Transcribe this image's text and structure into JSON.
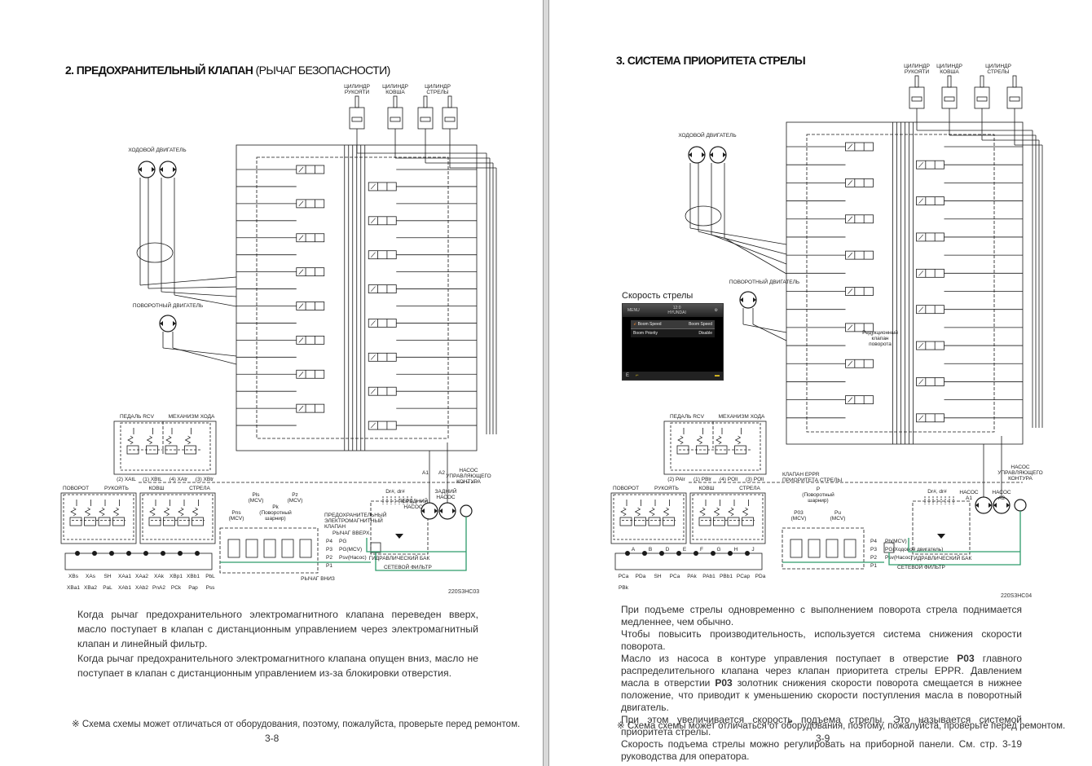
{
  "left_page": {
    "title": "2. ПРЕДОХРАНИТЕЛЬНЫЙ КЛАПАН",
    "title_sub": "(РЫЧАГ БЕЗОПАСНОСТИ)",
    "diagram": {
      "code": "220S3HC03",
      "labels": {
        "arm_cyl": [
          "ЦИЛИНДР",
          "РУКОЯТИ"
        ],
        "bucket_cyl": [
          "ЦИЛИНДР",
          "КОВША"
        ],
        "boom_cyl": [
          "ЦИЛИНДР",
          "СТРЕЛЫ"
        ],
        "travel_motor": "ХОДОВОЙ ДВИГАТЕЛЬ",
        "swing_motor": "ПОВОРОТНЫЙ ДВИГАТЕЛЬ",
        "rcv_pedal": "ПЕДАЛЬ RCV",
        "travel_mech": "МЕХАНИЗМ ХОДА",
        "swing": "ПОВОРОТ",
        "arm": "РУКОЯТЬ",
        "bucket": "КОВШ",
        "boom": "СТРЕЛА",
        "safety_valve": [
          "ПРЕДОХРАНИТЕЛЬНЫЙ",
          "ЭЛЕКТРОМАГНИТНЫЙ",
          "КЛАПАН"
        ],
        "lever_up": "РЫЧАГ ВВЕРХ",
        "lever_down": "РЫЧАГ ВНИЗ",
        "hyd_tank": "ГИДРАВЛИЧЕСКИЙ БАК",
        "line_filter": "СЕТЕВОЙ ФИЛЬТР",
        "front_pump": [
          "ПЕРЕДНИЙ",
          "НАСОС"
        ],
        "rear_pump": [
          "ЗАДНИЙ",
          "НАСОС"
        ],
        "pilot_pump": [
          "НАСОС",
          "УПРАВЛЯЮЩЕГО",
          "КОНТУРА"
        ],
        "drain": "Dr#, dr#",
        "a1": "A1",
        "a2": "A2",
        "pilot_ports": [
          "Pns (MCV)",
          "Pls (MCV)",
          "Pk (Поворотный шарнир)",
          "Pz (MCV)"
        ],
        "p_ports": [
          "P4",
          "P3",
          "P2",
          "P1"
        ],
        "pg": "PG",
        "pg_mcv": "PG(MCV)",
        "psv": "Psv(Насос)",
        "rcv_ports_top": [
          "(2) XAtL",
          "(1) XBtL",
          "(4) XAtr",
          "(3) XBtr"
        ],
        "bottom_ports": [
          "XBs",
          "XAs",
          "SH",
          "XAa1",
          "XAa2",
          "XAk",
          "XBp1",
          "XBb1",
          "PbL",
          "XBa1",
          "XBa2",
          "PaL",
          "XAb1",
          "XAb2",
          "PnA2",
          "PCk",
          "Pap",
          "Pss"
        ]
      }
    },
    "paragraphs": [
      "Когда рычаг предохранительного электромагнитного клапана переведен вверх, масло поступает в клапан с дистанционным управлением через электромагнитный клапан и линейный фильтр.",
      "Когда рычаг предохранительного электромагнитного клапана опущен вниз, масло не поступает в клапан с дистанционным управлением из-за блокировки отверстия."
    ],
    "note": "※ Схема схемы может отличаться от оборудования, поэтому, пожалуйста, проверьте перед ремонтом.",
    "page_number": "3-8"
  },
  "right_page": {
    "title": "3. СИСТЕМА ПРИОРИТЕТА СТРЕЛЫ",
    "diagram": {
      "code": "220S3HC04",
      "labels": {
        "arm_cyl": [
          "ЦИЛИНДР",
          "РУКОЯТИ"
        ],
        "bucket_cyl": [
          "ЦИЛИНДР",
          "КОВША"
        ],
        "boom_cyl": [
          "ЦИЛИНДР",
          "СТРЕЛЫ"
        ],
        "travel_motor": "ХОДОВОЙ ДВИГАТЕЛЬ",
        "swing_motor": "ПОВОРОТНЫЙ ДВИГАТЕЛЬ",
        "swing_reducer": [
          "Редукционный",
          "клапан",
          "поворота"
        ],
        "rcv_pedal": "ПЕДАЛЬ RCV",
        "travel_mech": "МЕХАНИЗМ ХОДА",
        "swing": "ПОВОРОТ",
        "arm": "РУКОЯТЬ",
        "bucket": "КОВШ",
        "boom": "СТРЕЛА",
        "eppr": [
          "КЛАПАН EPPR",
          "ПРИОРИТЕТА СТРЕЛЫ"
        ],
        "hyd_tank": "ГИДРАВЛИЧЕСКИЙ БАК",
        "line_filter": "СЕТЕВОЙ ФИЛЬТР",
        "pump_a1": [
          "НАСОС",
          "A1"
        ],
        "pump_a2": [
          "НАСОС",
          "A2"
        ],
        "pilot_pump": [
          "НАСОС",
          "УПРАВЛЯЮЩЕГО",
          "КОНТУРА"
        ],
        "drain": "Dr#, dr#",
        "pilot_ports": [
          "P03 (MCV)",
          "P (Поворотный шарнир)",
          "Pu (MCV)"
        ],
        "p_ports": [
          "P4",
          "P3",
          "P2",
          "P1"
        ],
        "ph": "Ph(MCV)",
        "pg": "PG(Ходовой двигатель)",
        "psv": "Psv(Насос)",
        "rcv_ports_top": [
          "(2) PAlr",
          "(1) PBlr",
          "(4) POll",
          "(3) POll"
        ],
        "joint_letters": [
          "A",
          "B",
          "D",
          "E",
          "F",
          "G",
          "H",
          "J"
        ],
        "bottom_ports": [
          "PCa",
          "PDa",
          "SH",
          "PCa",
          "PAk",
          "PAb1",
          "PBb1",
          "PCap",
          "PDa",
          "PBk"
        ]
      }
    },
    "screen": {
      "caption": "Скорость стрелы",
      "menu": "MENU",
      "time": "12:0",
      "brand": "HYUNDAI",
      "header_left": "Boom Speed",
      "header_right": "Boom Speed",
      "row_label": "Boom Priority",
      "row_value": "Disable",
      "mode": "E"
    },
    "paragraphs": [
      "При подъеме стрелы одновременно с выполнением поворота стрела поднимается медленнее, чем обычно.",
      "Чтобы повысить производительность, используется система снижения скорости поворота.",
      "Масло из насоса в контуре управления поступает в отверстие <b>P03</b> главного распределительного клапана через клапан приоритета стрелы EPPR. Давлением масла в отверстии <b>P03</b> золотник снижения скорости поворота смещается в нижнее положение, что приводит к уменьшению скорости поступления масла в поворотный двигатель.",
      "При этом увеличивается скорость подъема стрелы. Это называется системой приоритета стрелы.",
      "Скорость подъема стрелы можно регулировать на приборной панели. См. стр. 3-19 руководства для оператора."
    ],
    "note": "※ Схема схемы может отличаться от оборудования, поэтому, пожалуйста, проверьте перед ремонтом.",
    "page_number": "3-9"
  },
  "colors": {
    "line": "#1a1a1a",
    "pilot_green": "#2e9c6a",
    "gutter": "#d9d9d9"
  }
}
